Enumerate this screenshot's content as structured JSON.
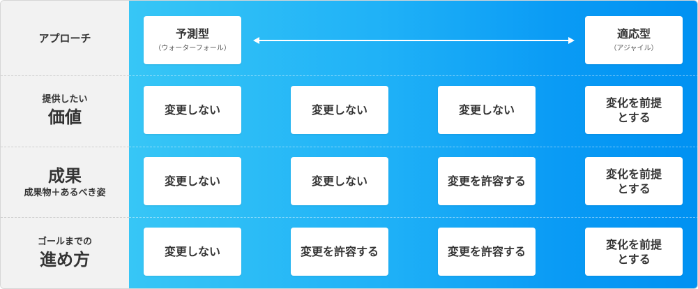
{
  "row_labels": [
    {
      "lines": [
        "アプローチ"
      ]
    },
    {
      "top": "提供したい",
      "main": "価値"
    },
    {
      "main": "成果",
      "bottom": "成果物＋あるべき姿"
    },
    {
      "top": "ゴールまでの",
      "main": "進め方"
    }
  ],
  "approach": {
    "left": {
      "title": "予測型",
      "sub": "（ウォーターフォール）"
    },
    "right": {
      "title": "適応型",
      "sub": "（アジャイル）"
    }
  },
  "cells": {
    "value": [
      "変更しない",
      "変更しない",
      "変更しない",
      [
        "変化を前提",
        "とする"
      ]
    ],
    "outcome": [
      "変更しない",
      "変更しない",
      "変更を許容する",
      [
        "変化を前提",
        "とする"
      ]
    ],
    "process": [
      "変更しない",
      "変更を許容する",
      "変更を許容する",
      [
        "変化を前提",
        "とする"
      ]
    ]
  },
  "colors": {
    "gradient_start": "#37c6f6",
    "gradient_end": "#0091f2",
    "label_bg": "#f2f2f2",
    "card_bg": "#ffffff",
    "text": "#333333"
  }
}
